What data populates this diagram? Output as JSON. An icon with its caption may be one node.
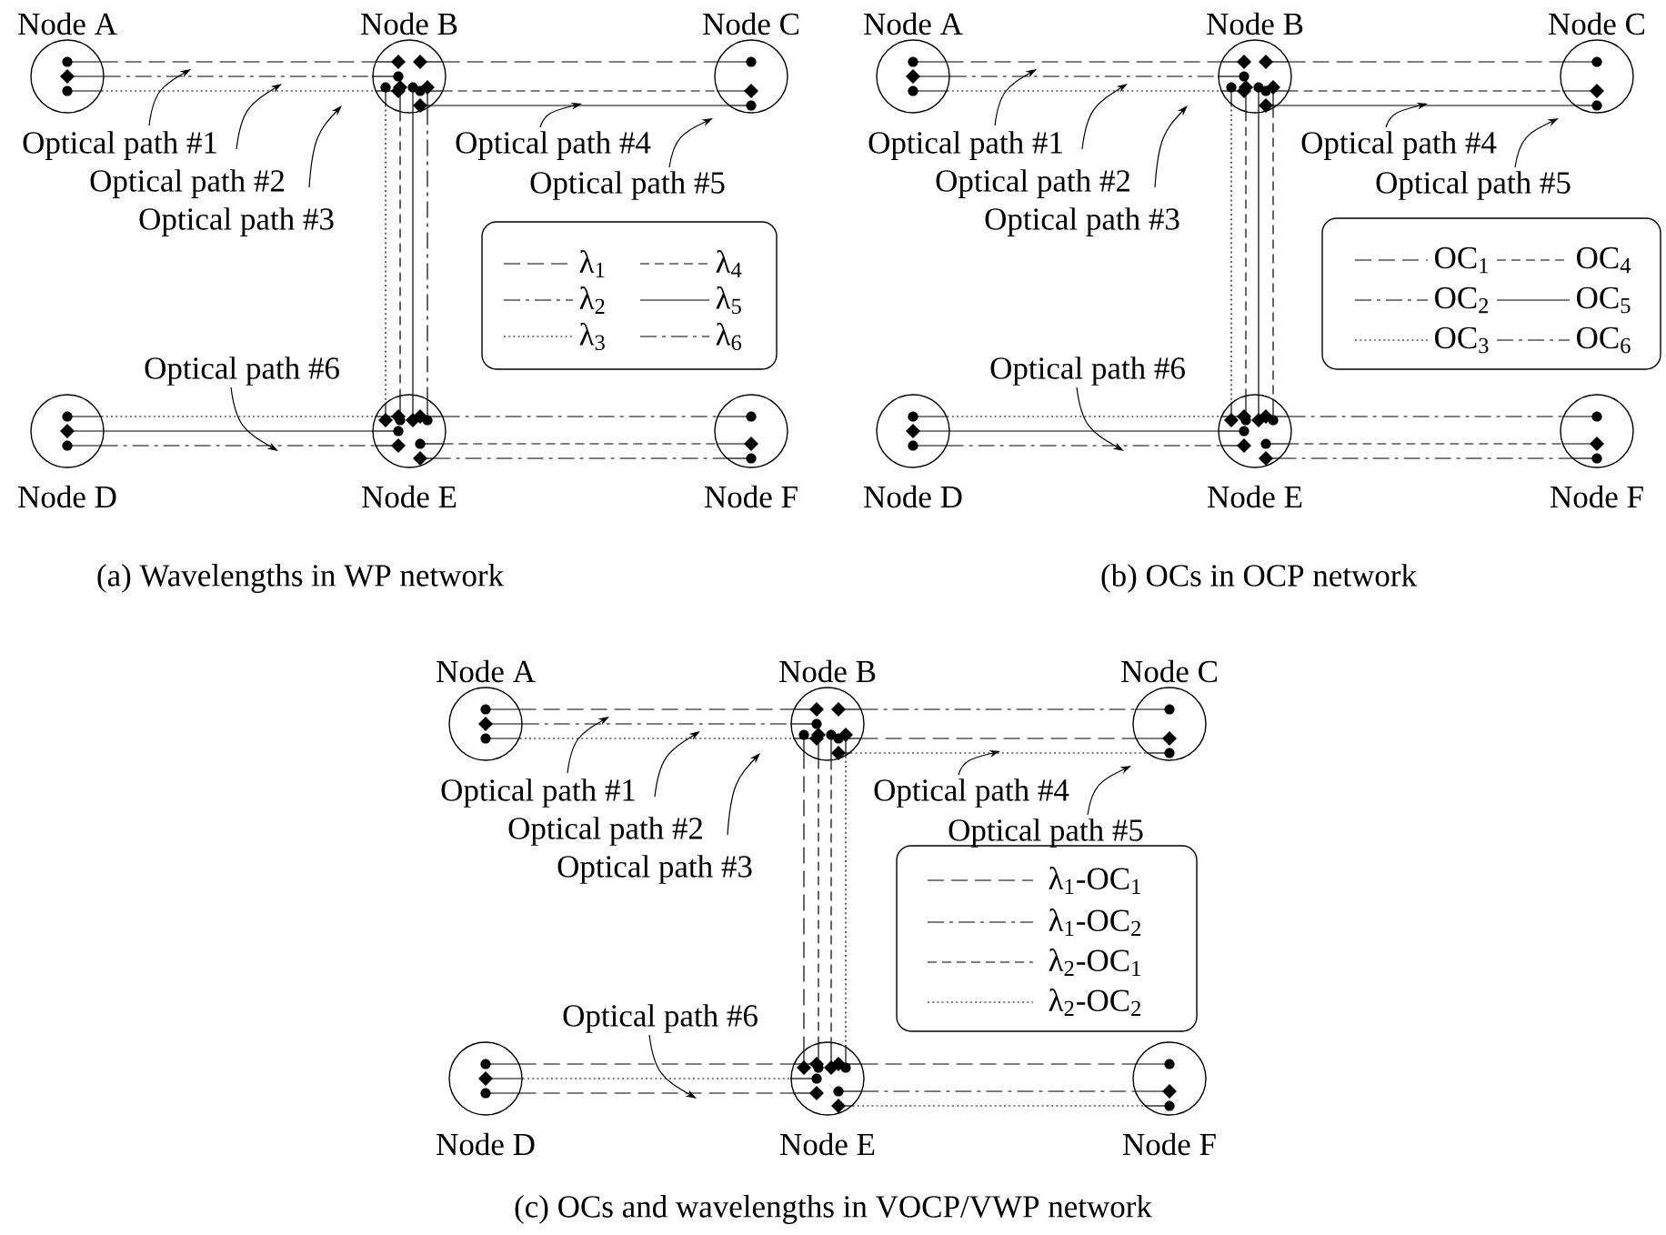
{
  "diagram": {
    "nodes": [
      {
        "text": [
          "Node A"
        ]
      },
      {
        "text": [
          "Node B"
        ]
      },
      {
        "text": [
          "Node C"
        ]
      },
      {
        "text": [
          "Node D"
        ]
      },
      {
        "text": [
          "Node E"
        ]
      },
      {
        "text": [
          "Node F"
        ]
      },
      {
        "text": [
          "Optical path #1"
        ]
      },
      {
        "text": [
          "Optical path #2"
        ]
      },
      {
        "text": [
          "Optical path #3"
        ]
      },
      {
        "text": [
          "Optical path #4"
        ]
      },
      {
        "text": [
          "Optical path #5"
        ]
      },
      {
        "text": [
          "Optical path #6"
        ]
      },
      {
        "text": [
          "Node A"
        ]
      },
      {
        "text": [
          "Node B"
        ]
      },
      {
        "text": [
          "Node C"
        ]
      },
      {
        "text": [
          "Node D"
        ]
      },
      {
        "text": [
          "Node E"
        ]
      },
      {
        "text": [
          "Node F"
        ]
      },
      {
        "text": [
          "Optical path #1"
        ]
      },
      {
        "text": [
          "Optical path #2"
        ]
      },
      {
        "text": [
          "Optical path #3"
        ]
      },
      {
        "text": [
          "Optical path #4"
        ]
      },
      {
        "text": [
          "Optical path #5"
        ]
      },
      {
        "text": [
          "Optical path #6"
        ]
      },
      {
        "text": [
          "Node A"
        ]
      },
      {
        "text": [
          "Node B"
        ]
      },
      {
        "text": [
          "Node C"
        ]
      },
      {
        "text": [
          "Node D"
        ]
      },
      {
        "text": [
          "Node E"
        ]
      },
      {
        "text": [
          "Node F"
        ]
      },
      {
        "text": [
          "Optical path #1"
        ]
      },
      {
        "text": [
          "Optical path #2"
        ]
      },
      {
        "text": [
          "Optical path #3"
        ]
      },
      {
        "text": [
          "Optical path #4"
        ]
      },
      {
        "text": [
          "Optical path #5"
        ]
      },
      {
        "text": [
          "Optical path #6"
        ]
      }
    ],
    "edges": [
      {
        "from": 0,
        "to": 1,
        "arrow": "none",
        "style": "dashed"
      },
      {
        "from": 0,
        "to": 1,
        "arrow": "none",
        "style": "dashed"
      },
      {
        "from": 0,
        "to": 1,
        "arrow": "none",
        "style": "dashed"
      },
      {
        "from": 1,
        "to": 2,
        "arrow": "none",
        "style": "dashed"
      },
      {
        "from": 1,
        "to": 2,
        "arrow": "none",
        "style": "dashed"
      },
      {
        "from": 1,
        "to": 2,
        "arrow": "none"
      },
      {
        "from": 1,
        "to": 4,
        "arrow": "none",
        "style": "dashed"
      },
      {
        "from": 1,
        "to": 4,
        "arrow": "none",
        "style": "dashed"
      },
      {
        "from": 1,
        "to": 4,
        "arrow": "none"
      },
      {
        "from": 1,
        "to": 4,
        "arrow": "none",
        "style": "dashed"
      },
      {
        "from": 3,
        "to": 4,
        "arrow": "none",
        "style": "dashed"
      },
      {
        "from": 3,
        "to": 4,
        "arrow": "none"
      },
      {
        "from": 3,
        "to": 4,
        "arrow": "none",
        "style": "dashed"
      },
      {
        "from": 4,
        "to": 5,
        "arrow": "none",
        "style": "dashed"
      },
      {
        "from": 4,
        "to": 5,
        "arrow": "none",
        "style": "dashed"
      },
      {
        "from": 4,
        "to": 5,
        "arrow": "none",
        "style": "dashed"
      },
      {
        "from": 6,
        "to": null,
        "arrow": "to"
      },
      {
        "from": 7,
        "to": null,
        "arrow": "to"
      },
      {
        "from": 8,
        "to": null,
        "arrow": "to"
      },
      {
        "from": 9,
        "to": null,
        "arrow": "to"
      },
      {
        "from": 10,
        "to": null,
        "arrow": "to"
      },
      {
        "from": 11,
        "to": null,
        "arrow": "to"
      },
      {
        "from": 12,
        "to": 13,
        "arrow": "none",
        "style": "dashed"
      },
      {
        "from": 12,
        "to": 13,
        "arrow": "none",
        "style": "dashed"
      },
      {
        "from": 12,
        "to": 13,
        "arrow": "none",
        "style": "dashed"
      },
      {
        "from": 13,
        "to": 14,
        "arrow": "none",
        "style": "dashed"
      },
      {
        "from": 13,
        "to": 14,
        "arrow": "none",
        "style": "dashed"
      },
      {
        "from": 13,
        "to": 14,
        "arrow": "none"
      },
      {
        "from": 13,
        "to": 16,
        "arrow": "none",
        "style": "dashed"
      },
      {
        "from": 13,
        "to": 16,
        "arrow": "none",
        "style": "dashed"
      },
      {
        "from": 13,
        "to": 16,
        "arrow": "none"
      },
      {
        "from": 13,
        "to": 16,
        "arrow": "none",
        "style": "dashed"
      },
      {
        "from": 15,
        "to": 16,
        "arrow": "none",
        "style": "dashed"
      },
      {
        "from": 15,
        "to": 16,
        "arrow": "none"
      },
      {
        "from": 15,
        "to": 16,
        "arrow": "none",
        "style": "dashed"
      },
      {
        "from": 16,
        "to": 17,
        "arrow": "none",
        "style": "dashed"
      },
      {
        "from": 16,
        "to": 17,
        "arrow": "none",
        "style": "dashed"
      },
      {
        "from": 16,
        "to": 17,
        "arrow": "none",
        "style": "dashed"
      },
      {
        "from": 18,
        "to": null,
        "arrow": "to"
      },
      {
        "from": 19,
        "to": null,
        "arrow": "to"
      },
      {
        "from": 20,
        "to": null,
        "arrow": "to"
      },
      {
        "from": 21,
        "to": null,
        "arrow": "to"
      },
      {
        "from": 22,
        "to": null,
        "arrow": "to"
      },
      {
        "from": 23,
        "to": null,
        "arrow": "to"
      },
      {
        "from": 24,
        "to": 25,
        "arrow": "none",
        "style": "dashed"
      },
      {
        "from": 24,
        "to": 25,
        "arrow": "none",
        "style": "dashed"
      },
      {
        "from": 24,
        "to": 25,
        "arrow": "none",
        "style": "dashed"
      },
      {
        "from": 25,
        "to": 26,
        "arrow": "none",
        "style": "dashed"
      },
      {
        "from": 25,
        "to": 26,
        "arrow": "none",
        "style": "dashed"
      },
      {
        "from": 25,
        "to": 26,
        "arrow": "none",
        "style": "dashed"
      },
      {
        "from": 25,
        "to": 28,
        "arrow": "none",
        "style": "dashed"
      },
      {
        "from": 25,
        "to": 28,
        "arrow": "none",
        "style": "dashed"
      },
      {
        "from": 25,
        "to": 28,
        "arrow": "none",
        "style": "dashed"
      },
      {
        "from": 25,
        "to": 28,
        "arrow": "none",
        "style": "dashed"
      },
      {
        "from": 27,
        "to": 28,
        "arrow": "none",
        "style": "dashed"
      },
      {
        "from": 27,
        "to": 28,
        "arrow": "none",
        "style": "dashed"
      },
      {
        "from": 27,
        "to": 28,
        "arrow": "none",
        "style": "dashed"
      },
      {
        "from": 28,
        "to": 29,
        "arrow": "none",
        "style": "dashed"
      },
      {
        "from": 28,
        "to": 29,
        "arrow": "none",
        "style": "dashed"
      },
      {
        "from": 28,
        "to": 29,
        "arrow": "none",
        "style": "dashed"
      },
      {
        "from": 30,
        "to": null,
        "arrow": "to"
      },
      {
        "from": 31,
        "to": null,
        "arrow": "to"
      },
      {
        "from": 32,
        "to": null,
        "arrow": "to"
      },
      {
        "from": 33,
        "to": null,
        "arrow": "to"
      },
      {
        "from": 34,
        "to": null,
        "arrow": "to"
      },
      {
        "from": 35,
        "to": null,
        "arrow": "to"
      }
    ],
    "labels": [
      "(a) Wavelengths in WP network",
      "(b) OCs in OCP network",
      "(c) OCs and wavelengths in VOCP/VWP network"
    ],
    "legend": [
      {
        "text": "λ$_{1}$"
      },
      {
        "text": "λ$_{4}$"
      },
      {
        "text": "λ$_{2}$"
      },
      {
        "text": "λ$_{5}$"
      },
      {
        "text": "λ$_{3}$"
      },
      {
        "text": "λ$_{6}$"
      },
      {
        "text": "OC$_{1}$"
      },
      {
        "text": "OC$_{4}$"
      },
      {
        "text": "OC$_{2}$"
      },
      {
        "text": "OC$_{5}$"
      },
      {
        "text": "OC$_{3}$"
      },
      {
        "text": "OC$_{6}$"
      },
      {
        "text": "λ$_{1}$-OC$_{1}$"
      },
      {
        "text": "λ$_{1}$-OC$_{2}$"
      },
      {
        "text": "λ$_{2}$-OC$_{1}$"
      },
      {
        "text": "λ$_{2}$-OC$_{2}$"
      }
    ]
  }
}
